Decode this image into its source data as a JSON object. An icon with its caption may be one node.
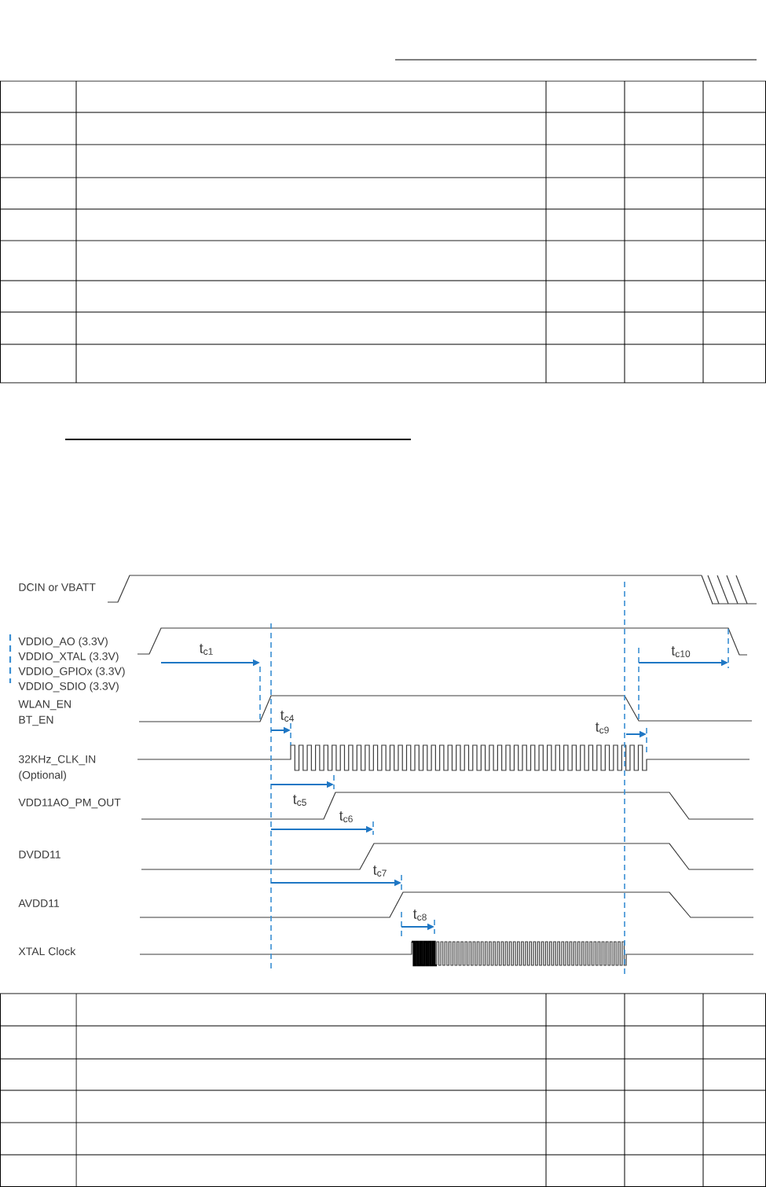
{
  "diagram": {
    "labels": [
      "DCIN or VBATT",
      "VDDIO_AO (3.3V)",
      "t$_{c1}$",
      "t$_{c10}$",
      "VDDIO_XTAL (3.3V)",
      "VDDIO_GPIOx (3.3V)",
      "VDDIO_SDIO (3.3V)",
      "WLAN_EN",
      "t$_{c4}$",
      "BT_EN",
      "t$_{c9}$",
      "32KHz_CLK_IN",
      "(Optional)",
      "VDD11AO_PM_OUT",
      "t$_{c5}$",
      "t$_{c6}$",
      "DVDD11",
      "t$_{c7}$",
      "AVDD11",
      "t$_{c8}$",
      "XTAL Clock"
    ]
  }
}
